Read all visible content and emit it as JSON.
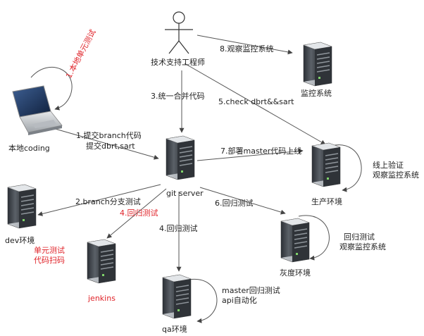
{
  "actors": {
    "engineer": "技术支持工程师"
  },
  "nodes": {
    "local": "本地coding",
    "git": "git server",
    "monitor": "监控系统",
    "prod": "生产环境",
    "dev": "dev环境",
    "jenkins": "jenkins",
    "gray": "灰度环境",
    "qa": "qa环境"
  },
  "edges": {
    "e1_self": "1.本地单元测试",
    "e1_a": "1.提交branch代码",
    "e1_b": "提交dbrt,sart",
    "e2": "2.branch分支测试",
    "e3": "3.统一合并代码",
    "e4_red": "4.回归测试",
    "e4": "4.回归测试",
    "e5": "5.check dbrt&&sart",
    "e6": "6.回归测试",
    "e7": "7.部署master代码上线",
    "e8": "8.观察监控系统"
  },
  "notes": {
    "jenkins_1": "单元测试",
    "jenkins_2": "代码扫码",
    "prod_1": "线上验证",
    "prod_2": "观察监控系统",
    "gray_1": "回归测试",
    "gray_2": "观察监控系统",
    "qa_1": "master回归测试",
    "qa_2": "api自动化"
  },
  "colors": {
    "text": "#222222",
    "highlight": "#e0242a",
    "server_dark": "#3a3f45",
    "server_light": "#b9bec4"
  }
}
